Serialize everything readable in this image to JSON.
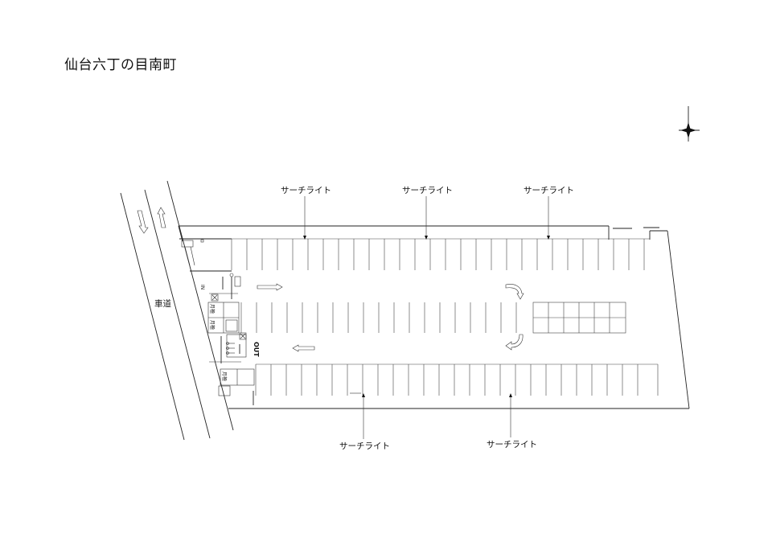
{
  "title": "仙台六丁の目南町",
  "road_label": "車道",
  "light_labels": [
    "サーチライト",
    "サーチライト",
    "サーチライト",
    "サーチライト",
    "サーチライト"
  ],
  "gate_in_label": "IN",
  "gate_out_label": "OUT",
  "booth_labels": [
    "月極",
    "月極",
    "月極"
  ],
  "stall_counts": {
    "top_row": 27,
    "middle_row": 6,
    "bottom_row": 27
  }
}
